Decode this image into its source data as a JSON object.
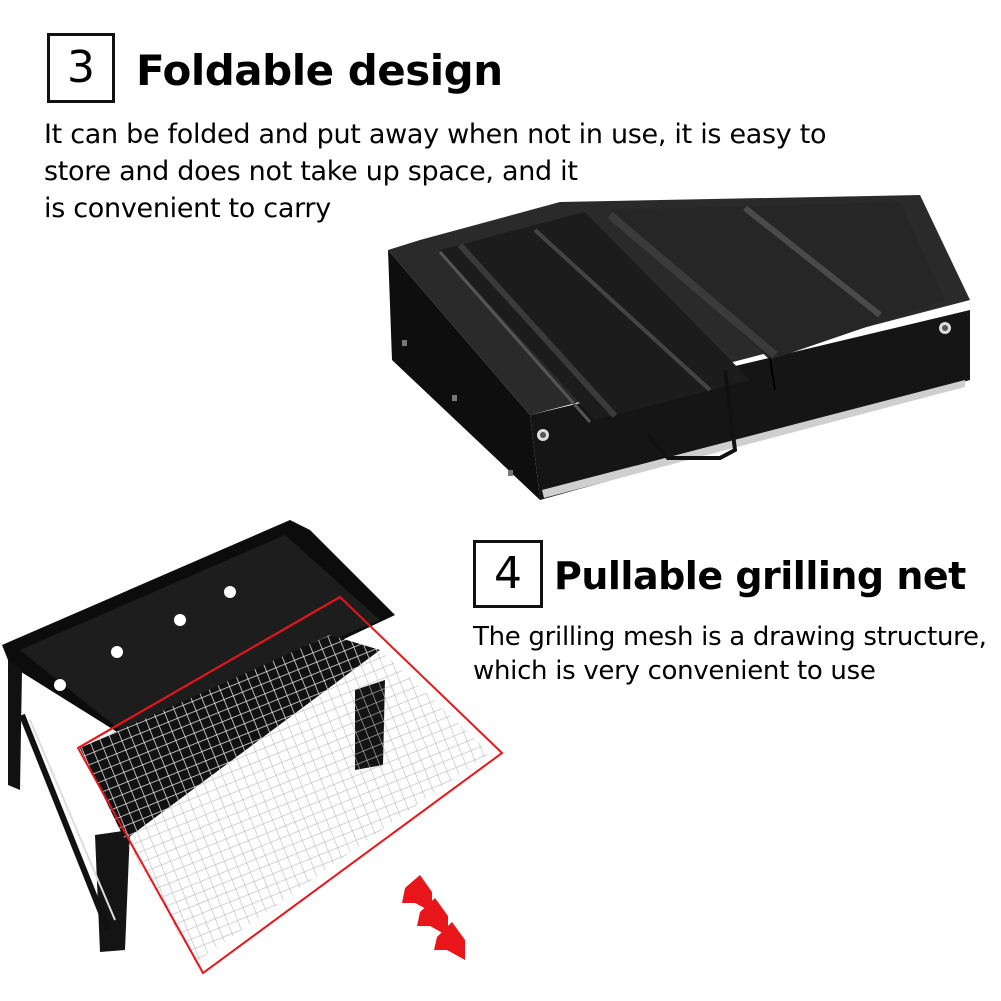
{
  "section_3": {
    "number": "3",
    "title": "Foldable design",
    "description": "It can be folded and put away when not in use, it is easy to\nstore and does not take up space, and it\nis convenient to carry",
    "image": "folded-grill-case"
  },
  "section_4": {
    "number": "4",
    "title": "Pullable grilling net",
    "description": "The grilling mesh is a drawing structure,\nwhich is very convenient to use",
    "image": "grill-with-pulled-mesh",
    "arrow_icon": "triple-chevron-down-right-icon"
  },
  "colors": {
    "accent_red": "#e8151b",
    "grill_black": "#1a1a1a",
    "text": "#000000"
  }
}
